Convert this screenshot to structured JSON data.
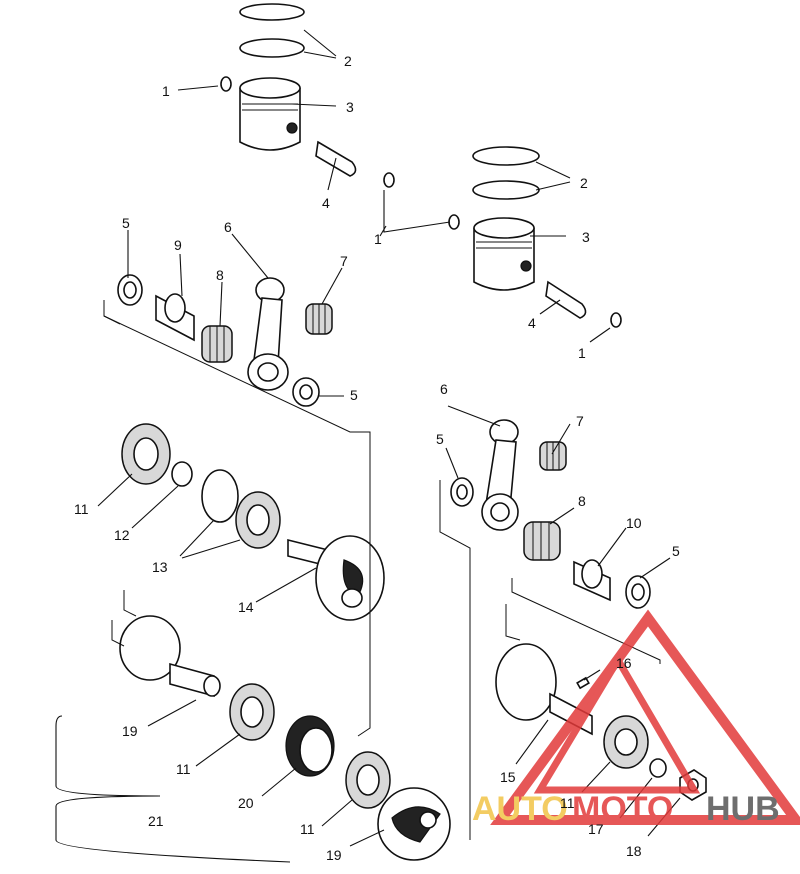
{
  "callouts": {
    "c1a": "1",
    "c2a": "2",
    "c3a": "3",
    "c4a": "4",
    "c1b": "1",
    "c2b": "2",
    "c3b": "3",
    "c4b": "4",
    "c1c": "1",
    "c5a": "5",
    "c9": "9",
    "c6a": "6",
    "c8a": "8",
    "c7a": "7",
    "c5b": "5",
    "c6b": "6",
    "c7b": "7",
    "c5c": "5",
    "c8b": "8",
    "c10": "10",
    "c5d": "5",
    "c11a": "11",
    "c12": "12",
    "c13": "13",
    "c14": "14",
    "c16": "16",
    "c19a": "19",
    "c11b": "11",
    "c20": "20",
    "c21": "21",
    "c11c": "11",
    "c19b": "19",
    "c15": "15",
    "c11d": "11",
    "c17": "17",
    "c18": "18"
  },
  "watermark": {
    "text_a": "AUTO",
    "text_b": "MOTO",
    "text_c": "HUB",
    "color_primary": "#e23a3a",
    "color_accent": "#f2c447",
    "color_dark": "#555555"
  }
}
